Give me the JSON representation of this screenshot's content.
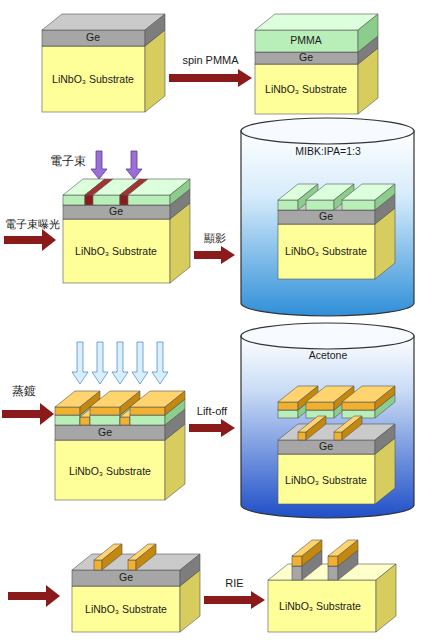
{
  "diagram": {
    "nodes": [
      {
        "text": [
          "Ge",
          "LiNbO₃ Substrate"
        ]
      },
      {
        "text": [
          "PMMA",
          "Ge",
          "LiNbO₃ Substrate"
        ]
      },
      {
        "text": [
          "Ge",
          "LiNbO₃ Substrate"
        ]
      },
      {
        "text": [
          "MIBK:IPA=1:3"
        ]
      },
      {
        "text": [
          "Ge",
          "LiNbO₃ Substrate"
        ],
        "in": 3
      },
      {
        "text": [
          "Ge",
          "LiNbO₃ Substrate"
        ]
      },
      {
        "text": [
          "Acetone"
        ]
      },
      {
        "text": [
          "Ge",
          "LiNbO₃ Substrate"
        ],
        "in": 6
      },
      {
        "text": [
          "Ge",
          "LiNbO₃ Substrate"
        ]
      },
      {
        "text": [
          "LiNbO₃ Substrate"
        ]
      }
    ],
    "edges": [
      {
        "from": 0,
        "to": 1,
        "label": "spin PMMA",
        "arrow": "to"
      },
      {
        "from": 2,
        "to": 3,
        "label": "顯影",
        "arrow": "to"
      },
      {
        "from": 5,
        "to": 6,
        "label": "Lift-off",
        "arrow": "to"
      },
      {
        "from": 8,
        "to": 9,
        "label": "RIE",
        "arrow": "to"
      }
    ],
    "labels": [
      "電子束",
      "電子束曝光",
      "蒸鍍"
    ]
  }
}
